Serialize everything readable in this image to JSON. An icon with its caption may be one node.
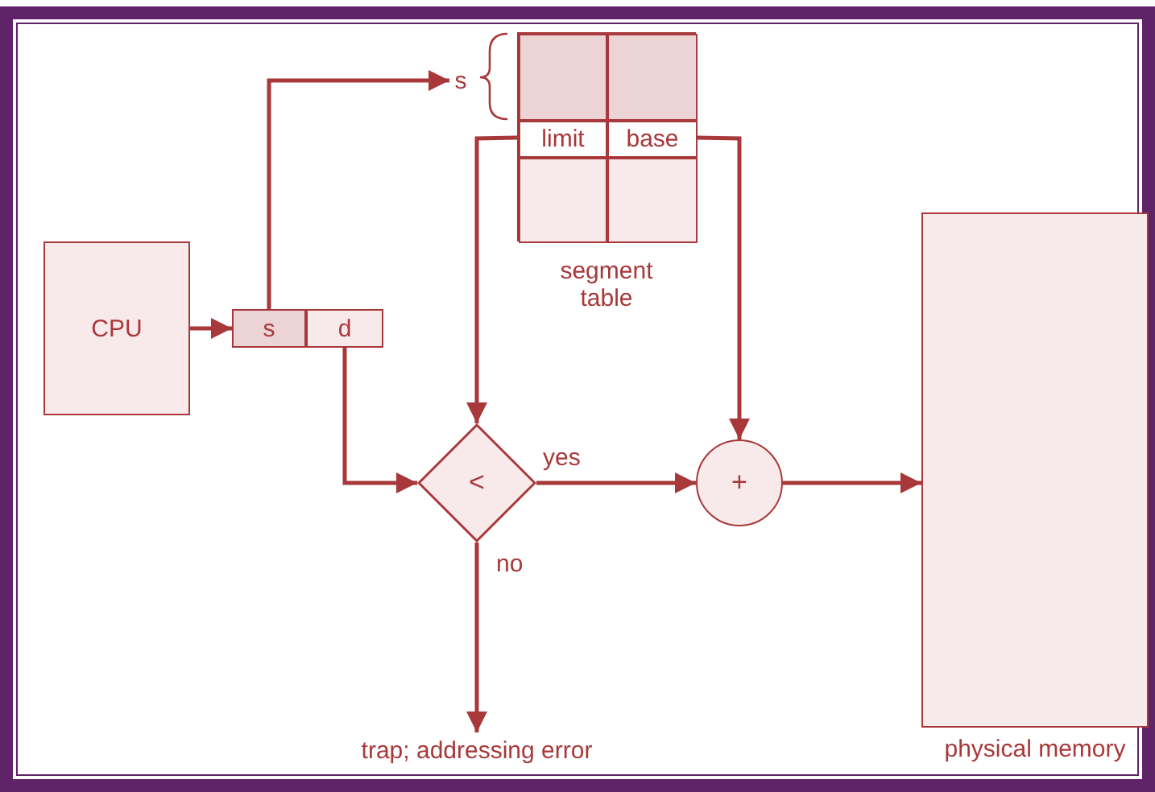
{
  "diagram": {
    "nodes": [
      {
        "text": [
          "CPU"
        ]
      },
      {
        "text": [
          "s"
        ]
      },
      {
        "text": [
          "d"
        ]
      },
      {
        "text": [],
        "shape": "box",
        "beside": [
          "segment table"
        ]
      },
      {
        "text": [],
        "shape": "box",
        "in": 3
      },
      {
        "text": [],
        "shape": "box",
        "in": 3
      },
      {
        "text": [
          "limit"
        ],
        "in": 3
      },
      {
        "text": [
          "base"
        ],
        "in": 3
      },
      {
        "text": [],
        "shape": "box",
        "in": 3
      },
      {
        "text": [],
        "shape": "box",
        "in": 3
      },
      {
        "text": [
          "s"
        ]
      },
      {
        "text": [
          "<"
        ]
      },
      {
        "text": [
          "+"
        ]
      },
      {
        "text": [],
        "shape": "box",
        "beside": [
          "physical memory"
        ]
      },
      {
        "text": [
          "trap; addressing error"
        ]
      }
    ],
    "edges": [
      {
        "from": 0,
        "to": 1,
        "arrow": "to"
      },
      {
        "from": 1,
        "to": 10,
        "arrow": "to"
      },
      {
        "from": 6,
        "to": 11,
        "arrow": "to"
      },
      {
        "from": 2,
        "to": 11,
        "arrow": "to"
      },
      {
        "from": 7,
        "to": 12,
        "arrow": "to"
      },
      {
        "from": 11,
        "to": 12,
        "arrow": "to",
        "label": "yes"
      },
      {
        "from": 11,
        "to": 14,
        "arrow": "to",
        "label": "no"
      },
      {
        "from": 12,
        "to": 13,
        "arrow": "to"
      }
    ]
  }
}
